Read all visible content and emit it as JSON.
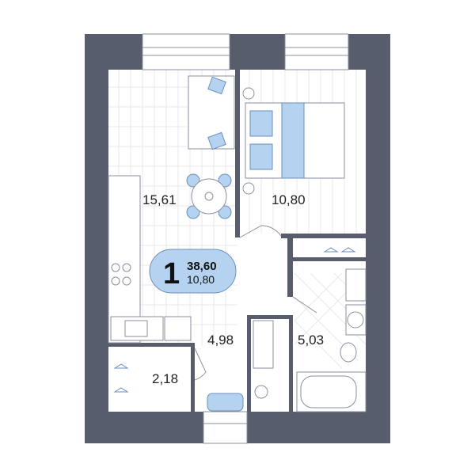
{
  "plan": {
    "badge": {
      "rooms": "1",
      "total_area": "38,60",
      "living_area": "10,80",
      "color": "#b5d3f0"
    },
    "rooms": [
      {
        "name": "kitchen-living",
        "area": "15,61"
      },
      {
        "name": "bedroom",
        "area": "10,80"
      },
      {
        "name": "hallway",
        "area": "4,98"
      },
      {
        "name": "bathroom",
        "area": "5,03"
      },
      {
        "name": "closet",
        "area": "2,18"
      }
    ],
    "wall_color": "#575d6c"
  }
}
